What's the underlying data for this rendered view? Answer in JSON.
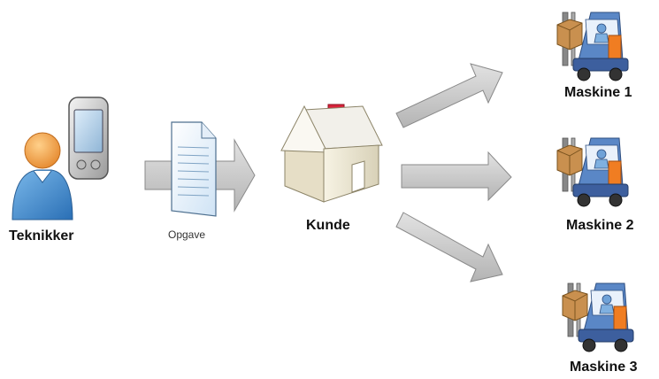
{
  "labels": {
    "technician": "Teknikker",
    "task": "Opgave",
    "customer": "Kunde",
    "machine1": "Maskine 1",
    "machine2": "Maskine 2",
    "machine3": "Maskine 3"
  },
  "icons": {
    "technician": "person-icon",
    "pda": "pda-device-icon",
    "task": "document-icon",
    "customer": "house-icon",
    "machine": "forklift-icon"
  },
  "colors": {
    "arrow_fill": "#c8c8c8",
    "arrow_stroke": "#8a8a8a",
    "person_skin": "#f1a14e",
    "person_body": "#3f8fd2",
    "house_roof": "#e8e6df",
    "chimney": "#d9233b",
    "forklift_orange": "#f07d22",
    "forklift_blue": "#5a87c6",
    "box_tan": "#c9904f"
  }
}
